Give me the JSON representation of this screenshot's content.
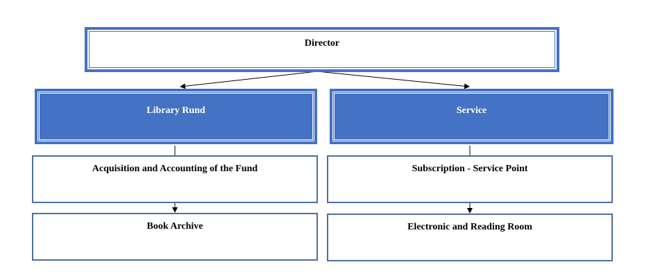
{
  "director": {
    "label": "Director"
  },
  "departments": [
    {
      "label": "Library Rund",
      "units": [
        "Acquisition and Accounting of the Fund",
        "Book Archive"
      ]
    },
    {
      "label": "Service",
      "units": [
        "Subscription - Service Point",
        "Electronic and Reading Room"
      ]
    }
  ],
  "colors": {
    "accent": "#4472c4",
    "unit_border": "#4a6f9e"
  }
}
